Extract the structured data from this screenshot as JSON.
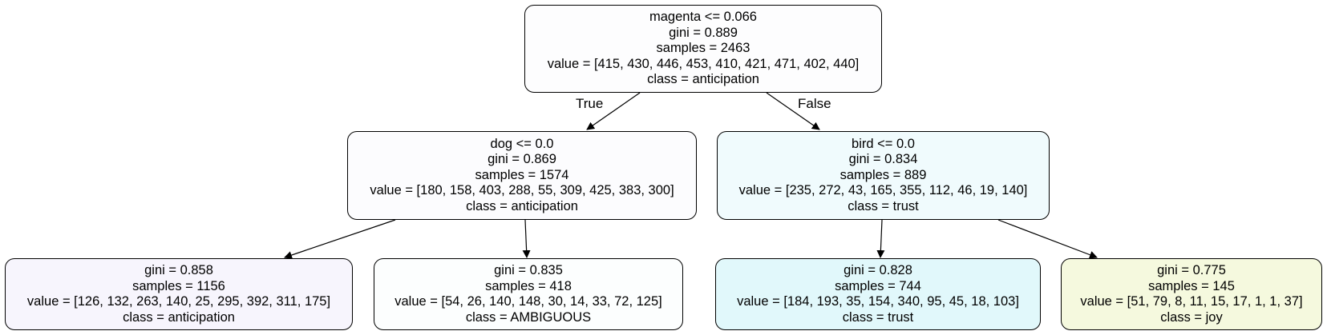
{
  "nodes": {
    "root": {
      "split": "magenta <= 0.066",
      "gini": "gini = 0.889",
      "samples": "samples = 2463",
      "value": "value = [415, 430, 446, 453, 410, 421, 471, 402, 440]",
      "class": "class = anticipation",
      "fill": "#fdfdfe"
    },
    "left": {
      "split": "dog <= 0.0",
      "gini": "gini = 0.869",
      "samples": "samples = 1574",
      "value": "value = [180, 158, 403, 288, 55, 309, 425, 383, 300]",
      "class": "class = anticipation",
      "fill": "#fcfcfe"
    },
    "right": {
      "split": "bird <= 0.0",
      "gini": "gini = 0.834",
      "samples": "samples = 889",
      "value": "value = [235, 272, 43, 165, 355, 112, 46, 19, 140]",
      "class": "class = trust",
      "fill": "#f0fbfd"
    },
    "ll": {
      "gini": "gini = 0.858",
      "samples": "samples = 1156",
      "value": "value = [126, 132, 263, 140, 25, 295, 392, 311, 175]",
      "class": "class = anticipation",
      "fill": "#f7f5fd"
    },
    "lr": {
      "gini": "gini = 0.835",
      "samples": "samples = 418",
      "value": "value = [54, 26, 140, 148, 30, 14, 33, 72, 125]",
      "class": "class = AMBIGUOUS",
      "fill": "#fcfefe"
    },
    "rl": {
      "gini": "gini = 0.828",
      "samples": "samples = 744",
      "value": "value = [184, 193, 35, 154, 340, 95, 45, 18, 103]",
      "class": "class = trust",
      "fill": "#e1f8fb"
    },
    "rr": {
      "gini": "gini = 0.775",
      "samples": "samples = 145",
      "value": "value = [51, 79, 8, 11, 15, 17, 1, 1, 37]",
      "class": "class = joy",
      "fill": "#f5f9de"
    }
  },
  "edge_labels": {
    "true": "True",
    "false": "False"
  }
}
